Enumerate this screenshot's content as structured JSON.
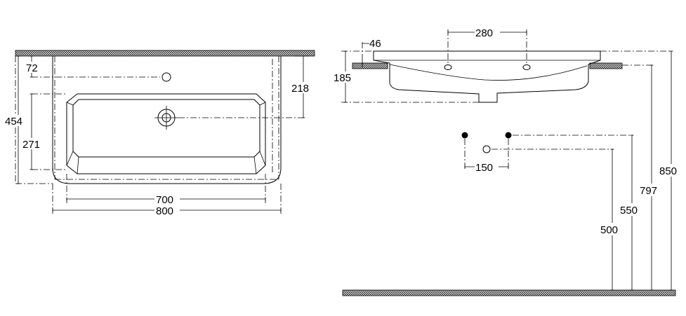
{
  "plan_view": {
    "dimensions": {
      "tap_hole_offset": "72",
      "overall_depth": "454",
      "bowl_depth": "271",
      "waste_offset": "218",
      "bowl_width": "700",
      "overall_width": "800"
    }
  },
  "section_view": {
    "dimensions": {
      "lip_thickness": "46",
      "body_height": "185",
      "tap_hole_spacing": "280"
    }
  },
  "elevation_view": {
    "dimensions": {
      "supply_spacing": "150",
      "waste_height": "500",
      "supply_height": "550",
      "underside_height": "797",
      "rim_height": "850"
    }
  }
}
